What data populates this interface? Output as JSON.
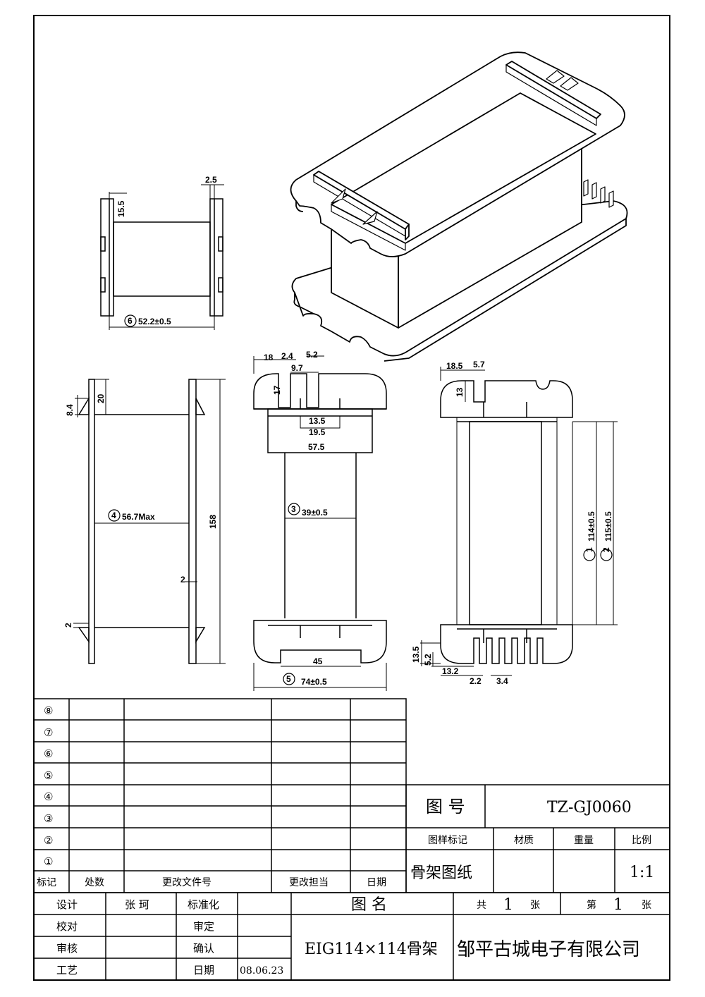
{
  "drawing": {
    "dims": {
      "top_view": {
        "d_2_5": "2.5",
        "d_15_5": "15.5",
        "note": "52.2±0.5",
        "marker": "⑥"
      },
      "side_view": {
        "d_8_4": "8.4",
        "d_20": "20",
        "d_158": "158",
        "d_2a": "2",
        "d_2b": "2",
        "note": "56.7Max",
        "marker": "④"
      },
      "front_view": {
        "d_18": "18",
        "d_2_4": "2.4",
        "d_5_2": "5.2",
        "d_9_7": "9.7",
        "d_17": "17",
        "d_13_5": "13.5",
        "d_19_5": "19.5",
        "d_57_5": "57.5",
        "note_mid": "39±0.5",
        "marker_mid": "③",
        "d_45": "45",
        "note_bottom": "74±0.5",
        "marker_bottom": "⑤"
      },
      "right_view": {
        "d_18_5": "18.5",
        "d_5_7": "5.7",
        "d_13": "13",
        "note_1": "114±0.5",
        "marker_1": "①",
        "note_2": "115±0.5",
        "marker_2": "②",
        "d_13_5": "13.5",
        "d_5_2": "5.2",
        "d_13_2": "13.2",
        "d_2_2": "2.2",
        "d_3_4": "3.4"
      }
    }
  },
  "revision_table": {
    "markers": [
      "⑧",
      "⑦",
      "⑥",
      "⑤",
      "④",
      "③",
      "②",
      "①"
    ],
    "headers": {
      "mark": "标记",
      "count": "处数",
      "doc": "更改文件号",
      "person": "更改担当",
      "date": "日期"
    }
  },
  "title_block": {
    "drawing_no_label": "图 号",
    "drawing_no": "TZ-GJ0060",
    "sample_mark_label": "图样标记",
    "material_label": "材质",
    "weight_label": "重量",
    "scale_label": "比例",
    "sample_mark_value": "骨架图纸",
    "scale_value": "1:1",
    "design_label": "设计",
    "designer": "张 珂",
    "standard_label": "标准化",
    "drawing_name_label": "图 名",
    "total_label": "共",
    "total_value": "1",
    "sheet_unit": "张",
    "page_label": "第",
    "page_value": "1",
    "page_unit": "张",
    "check_label": "校对",
    "review_label": "审定",
    "audit_label": "审核",
    "confirm_label": "确认",
    "process_label": "工艺",
    "date_label": "日期",
    "date_value": "08.06.23",
    "drawing_name": "EIG114×114骨架",
    "company": "邹平古城电子有限公司"
  }
}
